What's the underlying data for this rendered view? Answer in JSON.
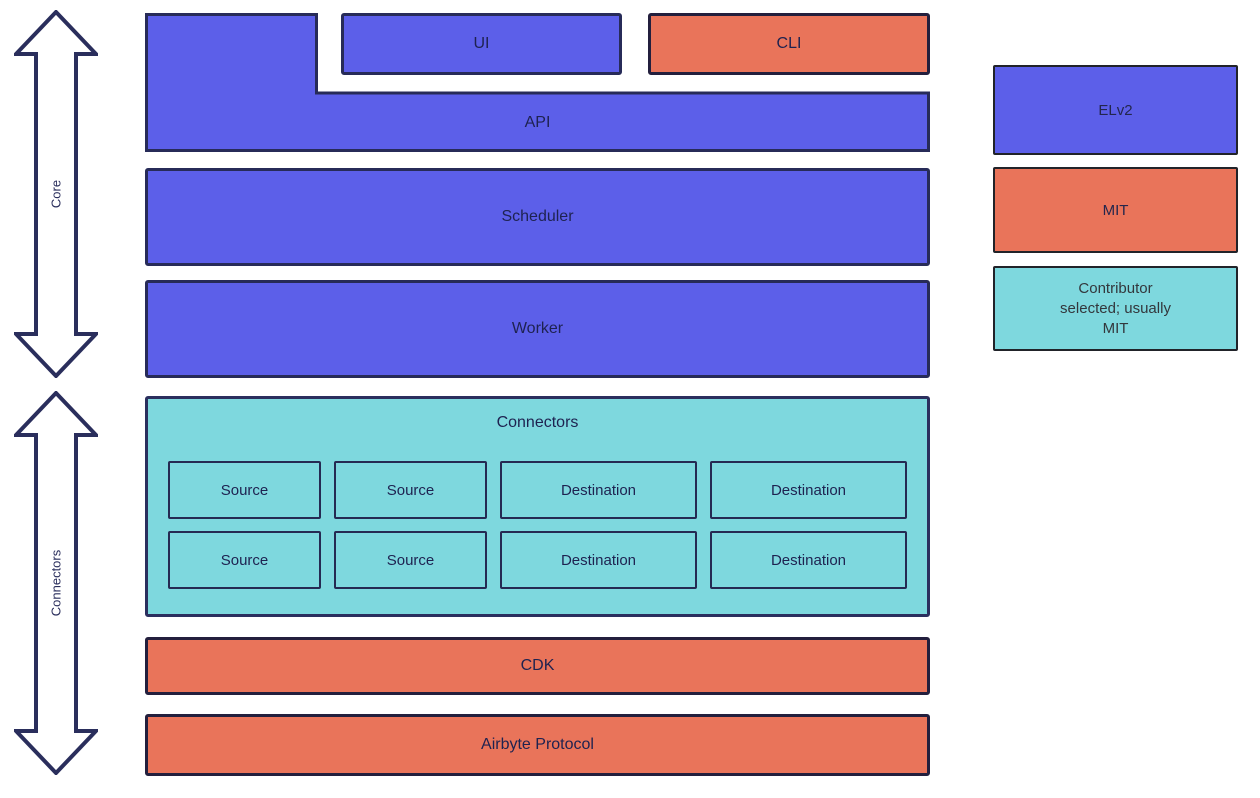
{
  "diagram": {
    "arrows": {
      "core_label": "Core",
      "connectors_label": "Connectors"
    },
    "stack": {
      "api_label": "API",
      "ui_label": "UI",
      "cli_label": "CLI",
      "scheduler_label": "Scheduler",
      "worker_label": "Worker",
      "connectors_title": "Connectors",
      "connector_cells": {
        "row1": [
          "Source",
          "Source",
          "Destination",
          "Destination"
        ],
        "row2": [
          "Source",
          "Source",
          "Destination",
          "Destination"
        ]
      },
      "cdk_label": "CDK",
      "protocol_label": "Airbyte Protocol"
    },
    "legend": {
      "elv2": {
        "label": "ELv2",
        "color": "#5C5FE9"
      },
      "mit": {
        "label": "MIT",
        "color": "#E9745A"
      },
      "contributor": {
        "label": "Contributor selected; usually MIT",
        "lines": [
          "Contributor",
          "selected; usually",
          "MIT"
        ],
        "color": "#7ED8DE"
      }
    },
    "colors": {
      "blue": "#5C5FE9",
      "orange": "#E9745A",
      "teal": "#7ED8DE",
      "outline_navy": "#272B58",
      "text_navy": "#1E2250"
    }
  }
}
